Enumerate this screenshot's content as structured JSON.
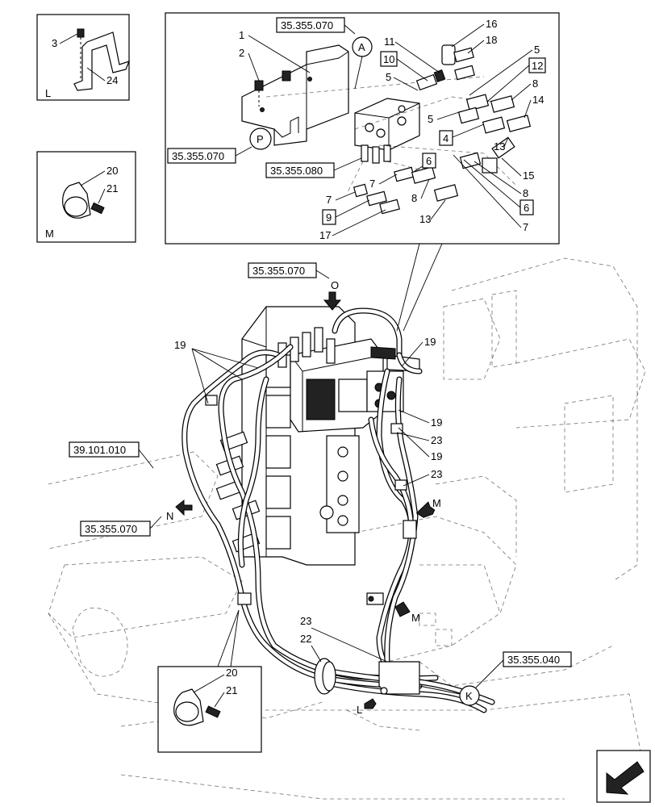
{
  "references": {
    "ref_a_top": "35.355.070",
    "ref_p": "35.355.070",
    "ref_080": "35.355.080",
    "ref_o": "35.355.070",
    "ref_n": "35.355.070",
    "ref_39": "39.101.010",
    "ref_k": "35.355.040"
  },
  "view_letters": {
    "a": "A",
    "p": "P",
    "o": "O",
    "n": "N",
    "m1": "M",
    "m2": "M",
    "l": "L",
    "k": "K",
    "inset_l": "L",
    "inset_m": "M"
  },
  "part_numbers": {
    "n1": "1",
    "n2": "2",
    "n3": "3",
    "n4": "4",
    "n5a": "5",
    "n5b": "5",
    "n5c": "5",
    "n6a": "6",
    "n6b": "6",
    "n7a": "7",
    "n7b": "7",
    "n7c": "7",
    "n8a": "8",
    "n8b": "8",
    "n8c": "8",
    "n9": "9",
    "n10": "10",
    "n11": "11",
    "n12": "12",
    "n13a": "13",
    "n13b": "13",
    "n14": "14",
    "n15": "15",
    "n16": "16",
    "n17": "17",
    "n18": "18",
    "n19a": "19",
    "n19b": "19",
    "n19c": "19",
    "n19d": "19",
    "n20a": "20",
    "n20b": "20",
    "n21a": "21",
    "n21b": "21",
    "n22": "22",
    "n23a": "23",
    "n23b": "23",
    "n23c": "23",
    "n24": "24"
  }
}
